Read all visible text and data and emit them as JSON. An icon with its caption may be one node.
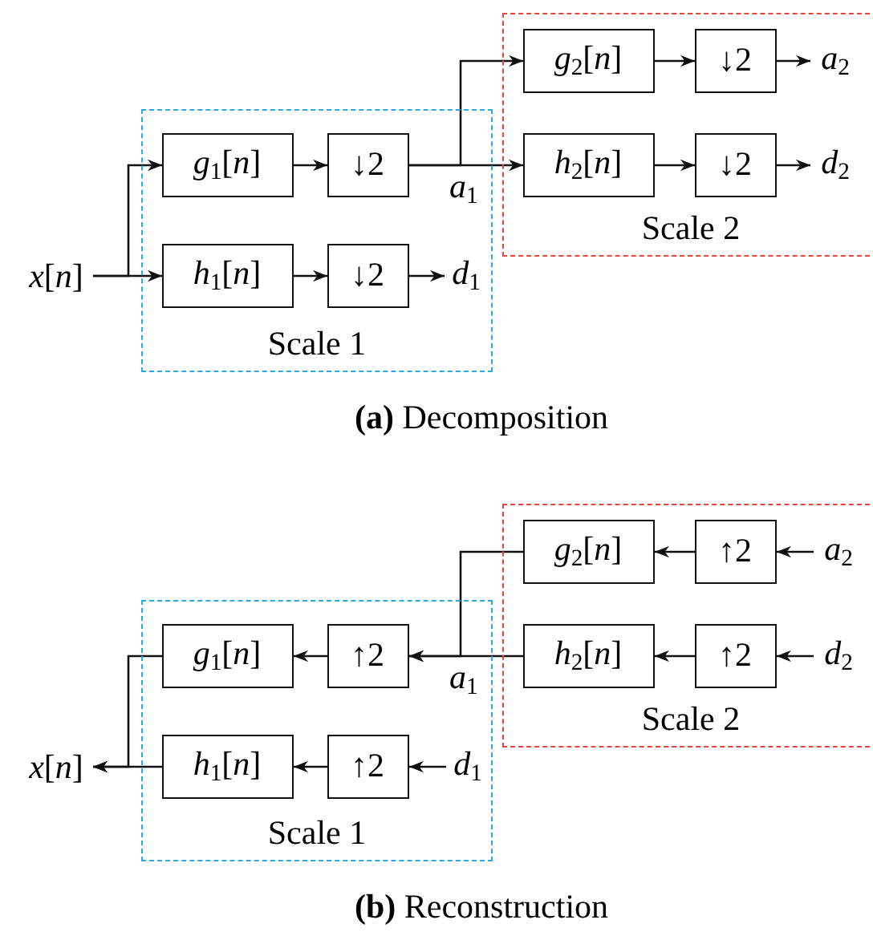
{
  "diagram": {
    "nodes": [
      {
        "text": [
          "*x*[*n*]"
        ]
      },
      {
        "text": [
          "Scale 1"
        ]
      },
      {
        "text": [
          "*g*$_{1}$[*n*]"
        ],
        "in": 1
      },
      {
        "text": [
          "↓2"
        ],
        "in": 1
      },
      {
        "text": [
          "*h*$_{1}$[*n*]"
        ],
        "in": 1
      },
      {
        "text": [
          "↓2"
        ],
        "in": 1
      },
      {
        "text": [
          "*d*$_{1}$"
        ],
        "in": 1
      },
      {
        "text": [
          "Scale 2"
        ]
      },
      {
        "text": [
          "*g*$_{2}$[*n*]"
        ],
        "in": 7
      },
      {
        "text": [
          "↓2"
        ],
        "in": 7
      },
      {
        "text": [
          "*a*$_{2}$"
        ],
        "in": 7
      },
      {
        "text": [
          "*h*$_{2}$[*n*]"
        ],
        "in": 7
      },
      {
        "text": [
          "↓2"
        ],
        "in": 7
      },
      {
        "text": [
          "*d*$_{2}$"
        ],
        "in": 7
      },
      {
        "text": [
          "*x*[*n*]"
        ]
      },
      {
        "text": [
          "Scale 1"
        ]
      },
      {
        "text": [
          "*g*$_{1}$[*n*]"
        ],
        "in": 15
      },
      {
        "text": [
          "↑2"
        ],
        "in": 15
      },
      {
        "text": [
          "*h*$_{1}$[*n*]"
        ],
        "in": 15
      },
      {
        "text": [
          "↑2"
        ],
        "in": 15
      },
      {
        "text": [
          "*d*$_{1}$"
        ],
        "in": 15
      },
      {
        "text": [
          "Scale 2"
        ]
      },
      {
        "text": [
          "*g*$_{2}$[*n*]"
        ],
        "in": 21
      },
      {
        "text": [
          "↑2"
        ],
        "in": 21
      },
      {
        "text": [
          "*a*$_{2}$"
        ],
        "in": 21
      },
      {
        "text": [
          "*h*$_{2}$[*n*]"
        ],
        "in": 21
      },
      {
        "text": [
          "↑2"
        ],
        "in": 21
      },
      {
        "text": [
          "*d*$_{2}$"
        ],
        "in": 21
      }
    ],
    "edges": [
      {
        "from": 0,
        "to": 2,
        "arrow": "to"
      },
      {
        "from": 0,
        "to": 4,
        "arrow": "to"
      },
      {
        "from": 2,
        "to": 3,
        "arrow": "to"
      },
      {
        "from": 4,
        "to": 5,
        "arrow": "to"
      },
      {
        "from": 5,
        "to": 6,
        "arrow": "to"
      },
      {
        "from": 3,
        "to": 8,
        "arrow": "to"
      },
      {
        "from": 3,
        "to": 11,
        "arrow": "to",
        "label": "*a*$_{1}$"
      },
      {
        "from": 8,
        "to": 9,
        "arrow": "to"
      },
      {
        "from": 9,
        "to": 10,
        "arrow": "to"
      },
      {
        "from": 11,
        "to": 12,
        "arrow": "to"
      },
      {
        "from": 12,
        "to": 13,
        "arrow": "to"
      },
      {
        "from": 24,
        "to": 23,
        "arrow": "to"
      },
      {
        "from": 23,
        "to": 22,
        "arrow": "to"
      },
      {
        "from": 27,
        "to": 26,
        "arrow": "to"
      },
      {
        "from": 26,
        "to": 25,
        "arrow": "to"
      },
      {
        "from": 25,
        "to": 17,
        "arrow": "to",
        "label": "*a*$_{1}$"
      },
      {
        "from": 22,
        "to": 17,
        "arrow": "to"
      },
      {
        "from": 17,
        "to": 16,
        "arrow": "to"
      },
      {
        "from": 20,
        "to": 19,
        "arrow": "to"
      },
      {
        "from": 19,
        "to": 18,
        "arrow": "to"
      },
      {
        "from": 16,
        "to": 14,
        "arrow": "to"
      },
      {
        "from": 18,
        "to": 14,
        "arrow": "to"
      }
    ],
    "labels": [
      "**(a)** Decomposition",
      "**(b)** Reconstruction"
    ]
  }
}
